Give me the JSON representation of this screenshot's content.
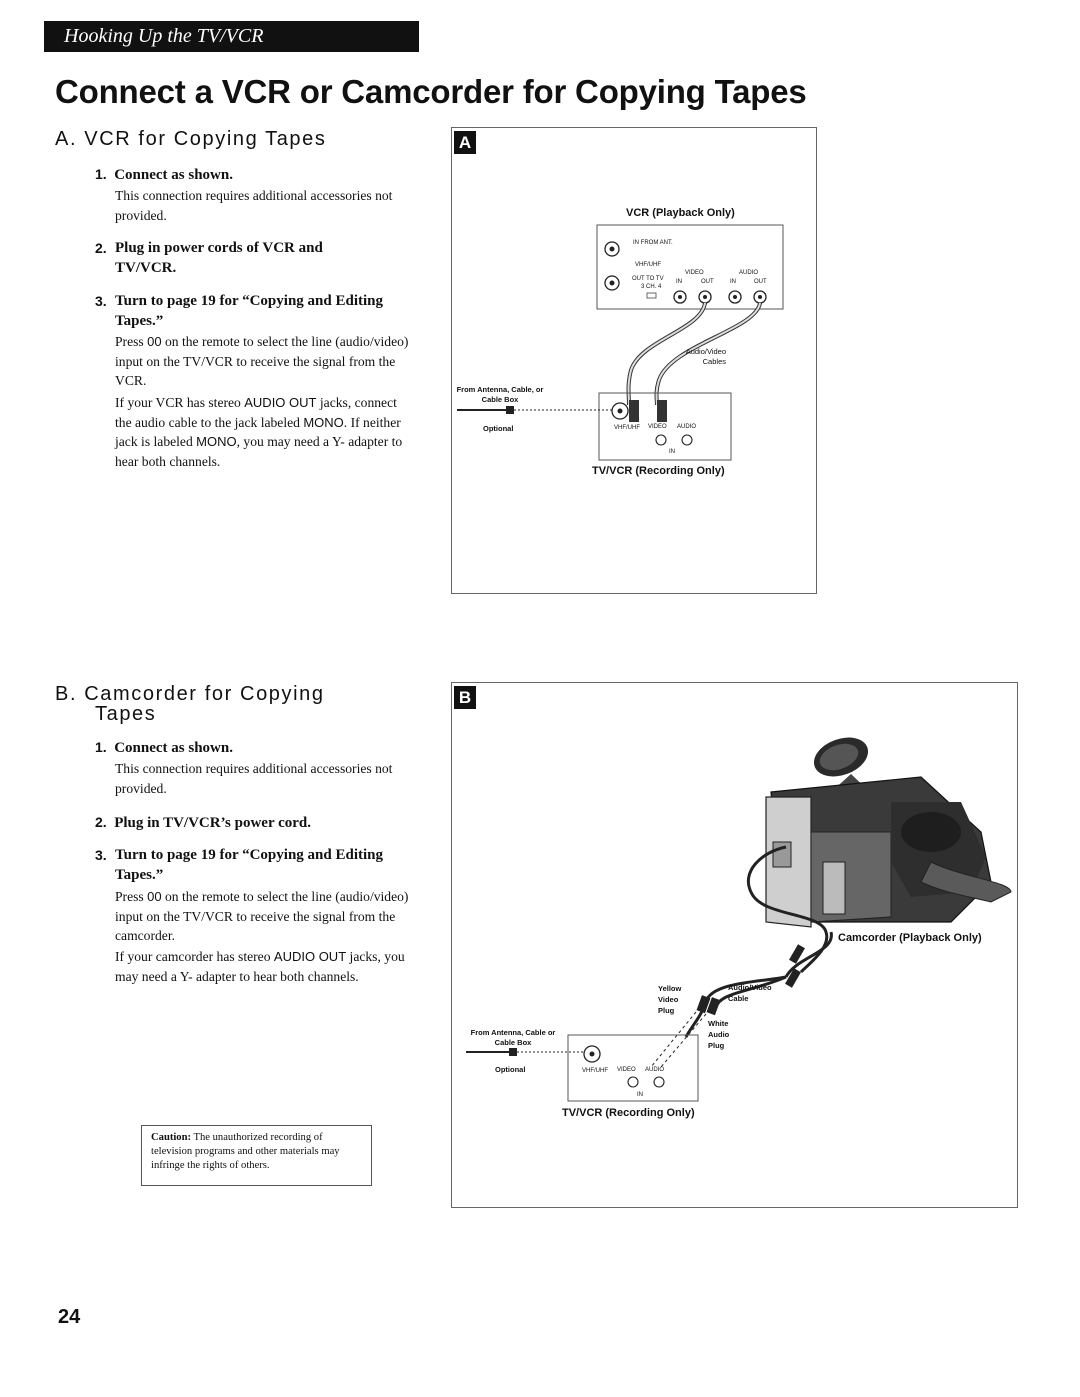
{
  "header": {
    "section_tab": "Hooking Up the TV/VCR",
    "title": "Connect a VCR or Camcorder for Copying Tapes"
  },
  "section_a": {
    "heading": "A.  VCR for Copying Tapes",
    "step1": {
      "num": "1.",
      "title": "Connect as shown.",
      "body": "This connection requires additional accessories not provided."
    },
    "step2": {
      "num": "2.",
      "title": "Plug in power cords of VCR and TV/VCR."
    },
    "step3": {
      "num": "3.",
      "title": "Turn to page 19 for “Copying and Editing Tapes.”",
      "p1_a": "Press ",
      "p1_code": "00",
      "p1_b": " on the remote to select the line (audio/video) input on the TV/VCR to receive the signal from the VCR.",
      "p2_a": "If your VCR has stereo ",
      "p2_code1": "AUDIO OUT",
      "p2_b": " jacks, connect the audio cable to the jack labeled ",
      "p2_code2": "MONO",
      "p2_c": ".  If neither jack is labeled ",
      "p2_code3": "MONO",
      "p2_d": ", you may need a Y- adapter to hear both channels."
    }
  },
  "section_b": {
    "heading_line1": "B.  Camcorder for Copying",
    "heading_line2": "Tapes",
    "step1": {
      "num": "1.",
      "title": "Connect as shown.",
      "body": "This connection requires additional accessories not provided."
    },
    "step2": {
      "num": "2.",
      "title": "Plug in  TV/VCR’s power cord."
    },
    "step3": {
      "num": "3.",
      "title": "Turn to page 19 for “Copying and Editing Tapes.”",
      "p1_a": "Press ",
      "p1_code": "00",
      "p1_b": " on the remote to select the line (audio/video) input on the TV/VCR to receive the signal from the camcorder.",
      "p2_a": "If your camcorder has stereo ",
      "p2_code1": "AUDIO OUT",
      "p2_b": " jacks, you may need a Y- adapter to hear both channels."
    }
  },
  "figure_a": {
    "badge": "A",
    "vcr_label": "VCR (Playback Only)",
    "in_from_ant": "IN FROM ANT.",
    "vhf_uhf": "VHF/UHF",
    "out_to_tv": "OUT TO TV",
    "ch": "3 CH. 4",
    "video": "VIDEO",
    "audio": "AUDIO",
    "in": "IN",
    "out": "OUT",
    "cables": "Audio/Video Cables",
    "from_antenna": "From Antenna, Cable, or Cable Box",
    "optional": "Optional",
    "tv_vhf": "VHF/UHF",
    "tv_video": "VIDEO",
    "tv_audio": "AUDIO",
    "tv_in": "IN",
    "tvvcr_label": "TV/VCR (Recording Only)"
  },
  "figure_b": {
    "badge": "B",
    "camcorder_label": "Camcorder (Playback Only)",
    "yellow_plug": "Yellow Video Plug",
    "av_cable": "Audio/Video Cable",
    "white_plug": "White Audio Plug",
    "from_antenna": "From Antenna, Cable or Cable Box",
    "optional": "Optional",
    "tv_vhf": "VHF/UHF",
    "tv_video": "VIDEO",
    "tv_audio": "AUDIO",
    "tv_in": "IN",
    "tvvcr_label": "TV/VCR (Recording Only)"
  },
  "caution": {
    "label": "Caution:",
    "text": " The unauthorized recording of television programs and other materials may infringe the rights of others."
  },
  "page_number": "24"
}
